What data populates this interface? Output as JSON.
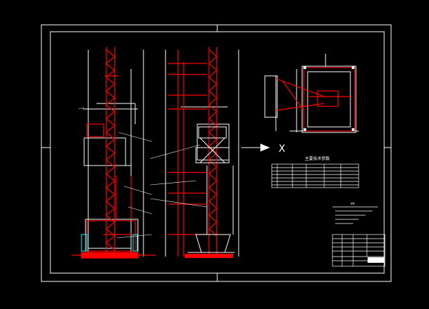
{
  "params_table": {
    "title": "主要技术参数"
  },
  "view_marker": "X",
  "notes": {
    "heading": "说明"
  },
  "colors": {
    "background": "#000000",
    "frame": "#ffffff",
    "structure": "#ff0000",
    "outline": "#ffffff",
    "accent": "#00ffff"
  }
}
